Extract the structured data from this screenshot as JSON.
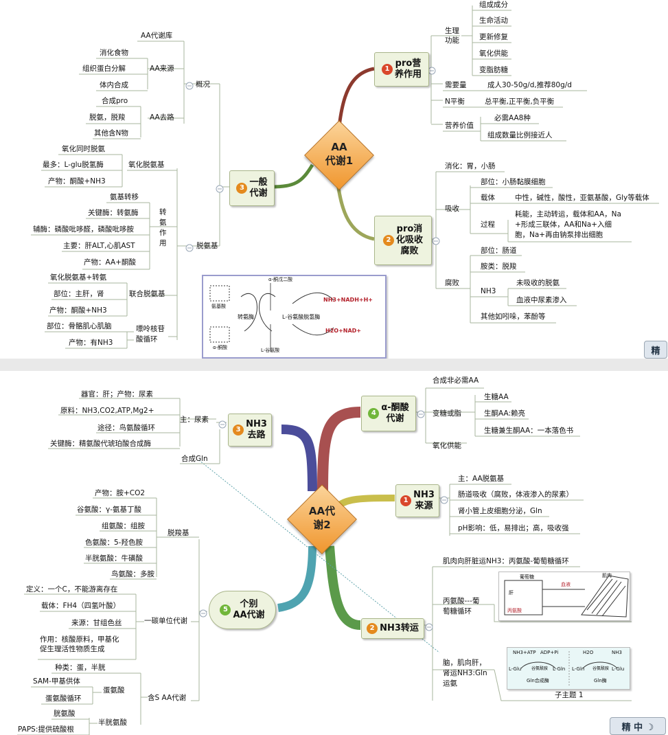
{
  "map1": {
    "center": "AA\n代谢1",
    "t1": {
      "num": "1",
      "label": "pro营\n养作用"
    },
    "t2": {
      "num": "2",
      "label": "pro消\n化吸收\n腐败"
    },
    "t3": {
      "num": "3",
      "label": "一般\n代谢"
    },
    "func": "生理\n功能",
    "func_items": [
      "组成成分",
      "生命活动",
      "更新修复",
      "氧化供能",
      "变脂肪糖"
    ],
    "need": "需要量",
    "need_val": "成人30-50g/d,推荐80g/d",
    "nbal": "N平衡",
    "nbal_val": "总平衡,正平衡,负平衡",
    "value": "营养价值",
    "value_items": [
      "必需AA8种",
      "组成数量比例接近人"
    ],
    "digest": "消化：胃，小肠",
    "absorb": "吸收",
    "abs_site": "部位：小肠黏膜细胞",
    "carrier": "载体",
    "carrier_val": "中性，碱性，酸性，亚氨基酸，Gly等载体",
    "process": "过程",
    "process_val": "耗能，主动转运，载体和AA，Na\n+形成三联体，AA和Na+入细\n胞，Na+再由钠泵排出细胞",
    "rot": "腐败",
    "rot_site": "部位：肠道",
    "rot_amine": "胺类：脱羧",
    "nh3": "NH3",
    "nh3_items": [
      "未吸收的脱氨",
      "血液中尿素渗入"
    ],
    "rot_other": "其他如吲哚，苯酚等",
    "overview": "概况",
    "pool": "AA代谢库",
    "source": "AA来源",
    "source_items": [
      "消化食物",
      "组织蛋白分解",
      "体内合成"
    ],
    "fate": "AA去路",
    "fate_items": [
      "合成pro",
      "脱氨，脱羧",
      "其他含N物"
    ],
    "deam": "脱氨基",
    "oxd": "氧化脱氨基",
    "oxd_items": [
      "氧化同时脱氨",
      "最多：L-glu脱氢酶",
      "产物：酮酸+NH3"
    ],
    "trans": "转\n氨\n作\n用",
    "trans_items": [
      "氨基转移",
      "关键酶：转氨酶",
      "辅酶：磷酸吡哆醛，磷酸吡哆胺",
      "主要：肝ALT,心肌AST",
      "产物：AA+酮酸"
    ],
    "comb": "联合脱氨基",
    "comb_items": [
      "氧化脱氨基+转氨",
      "部位：主肝，肾",
      "产物：酮酸+NH3"
    ],
    "purine": "嘌呤核苷\n酸循环",
    "purine_items": [
      "部位：骨骼肌心肌脑",
      "产物：有NH3"
    ],
    "fig": {
      "l1": "α-酮戊二酸",
      "l2": "氨基酸",
      "l3": "转氨酶",
      "l4": "L-谷氨酸脱氢酶",
      "l5": "NH3+NADH+H+",
      "l6": "H2O+NAD+",
      "l7": "α-酮酸",
      "l8": "L-谷氨酸"
    }
  },
  "map2": {
    "center": "AA代\n谢2",
    "t4": {
      "num": "4",
      "label": "α-酮酸\n代谢"
    },
    "t1": {
      "num": "1",
      "label": "NH3\n来源"
    },
    "t2": {
      "num": "2",
      "label": "NH3转运"
    },
    "t3": {
      "num": "3",
      "label": "NH3\n去路"
    },
    "t5": {
      "num": "5",
      "label": "个别\nAA代谢"
    },
    "keto_syn": "合成非必需AA",
    "keto_sugar": "变糖或脂",
    "keto_sugar_items": [
      "生糖AA",
      "生酮AA:赖亮",
      "生糖兼生酮AA：一本落色书"
    ],
    "keto_energy": "氧化供能",
    "src_items": [
      "主：AA脱氨基",
      "肠道吸收（腐败，体液渗入的尿素）",
      "肾小管上皮细胞分泌，Gln",
      "pH影响：低，易排出；高，吸收强"
    ],
    "trans_muscle": "肌肉向肝脏运NH3：丙氨酸-葡萄糖循环",
    "trans_ala": "丙氨酸---葡\n萄糖循环",
    "trans_brain": "脑，肌向肝，\n肾运NH3:Gln\n运氨",
    "subtopic": "子主题 1",
    "urea": "主：尿素",
    "urea_items": [
      "器官：肝；产物：尿素",
      "原料：NH3,CO2,ATP,Mg2+",
      "途径：鸟氨酸循环",
      "关键酶：精氨酸代琥珀酸合成酶"
    ],
    "gln": "合成Gln",
    "decarb": "脱羧基",
    "decarb_items": [
      "产物：胺+CO2",
      "谷氨酸：γ-氨基丁酸",
      "组氨酸：组胺",
      "色氨酸：5-羟色胺",
      "半胱氨酸：牛磺酸",
      "鸟氨酸：多胺"
    ],
    "onec": "一碳单位代谢",
    "onec_items": [
      "定义：一个C，不能游离存在",
      "载体：FH4（四氢叶酸）",
      "来源：甘组色丝",
      "作用：核酸原料，甲基化\n促生理活性物质生成"
    ],
    "sulfur": "含S AA代谢",
    "species": "种类：蛋，半胱",
    "met": "蛋氨酸",
    "met_items": [
      "SAM-甲基供体",
      "蛋氨酸循环"
    ],
    "cys": "半胱氨酸",
    "cys_items": [
      "胱氨酸",
      "PAPS:提供硫酸根"
    ],
    "fig_a": {
      "a1": "NH3+ATP",
      "a2": "ADP+Pi",
      "a3": "L-Glu",
      "a4": "谷氨酰胺",
      "a5": "L-Gln",
      "a6": "Gln合成酶"
    },
    "fig_b": {
      "b1": "H2O",
      "b2": "NH3",
      "b3": "L-Gln",
      "b4": "谷氨酰胺",
      "b5": "L-Glu",
      "b6": "Gln酶"
    },
    "fig_c": {
      "c1": "葡萄糖",
      "c2": "血液",
      "c3": "丙氨酸",
      "c4": "肝",
      "c5": "肌肉"
    }
  },
  "corner1": "精",
  "corner2": "精 中 ☽"
}
